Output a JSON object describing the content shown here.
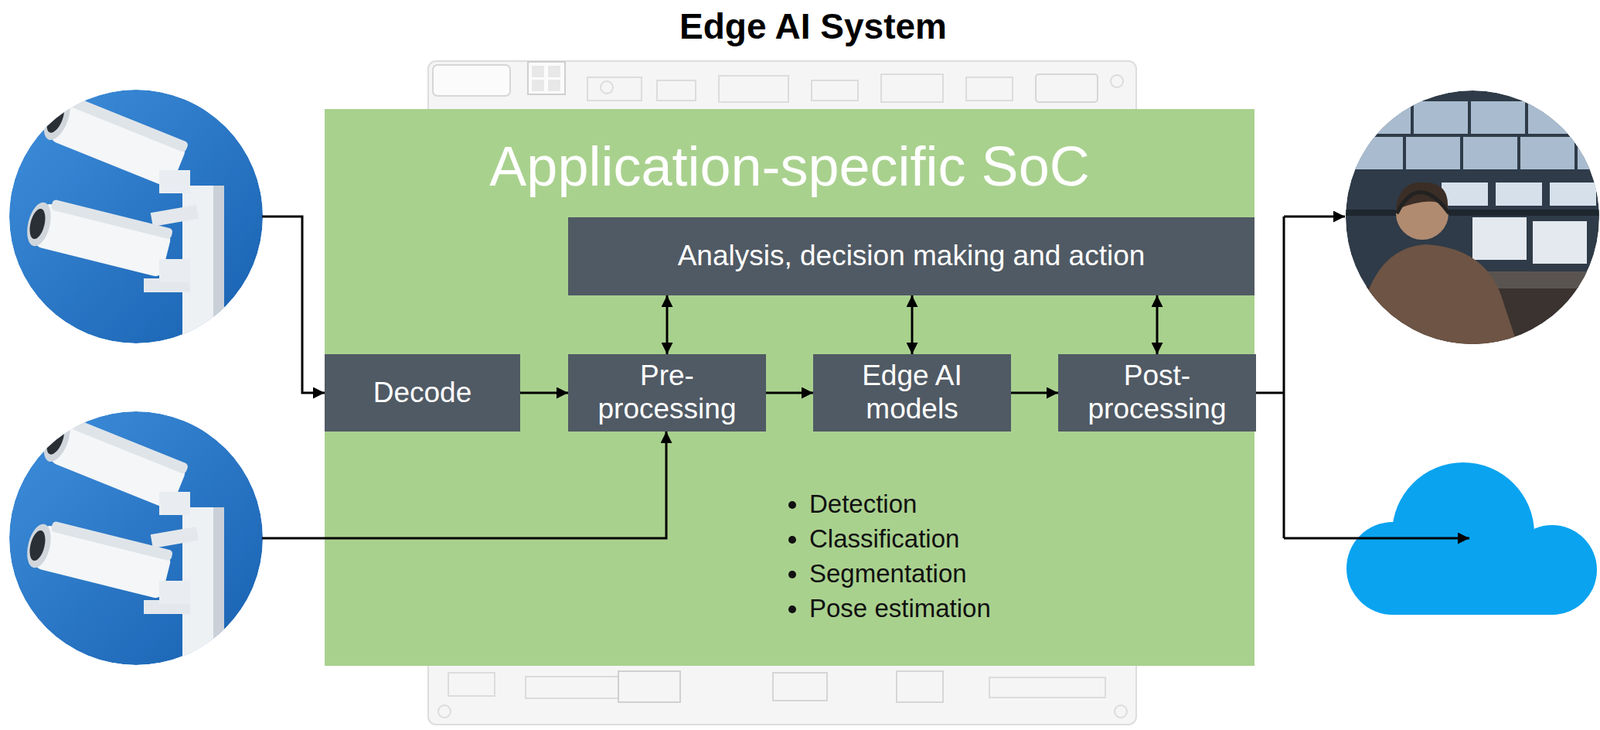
{
  "diagram": {
    "title": "Edge AI System",
    "nodes": [
      {
        "text": [
          "Application-specific SoC"
        ]
      },
      {
        "text": [
          "Analysis, decision making and action"
        ],
        "in": 0
      },
      {
        "text": [
          "Decode"
        ],
        "in": 0
      },
      {
        "text": [
          "Pre-processing"
        ],
        "in": 0
      },
      {
        "text": [
          "Edge AI models"
        ],
        "in": 0
      },
      {
        "text": [
          "Post-processing"
        ],
        "in": 0
      }
    ],
    "edges": [
      {
        "from": 2,
        "to": 3,
        "arrow": "to"
      },
      {
        "from": 3,
        "to": 4,
        "arrow": "to"
      },
      {
        "from": 4,
        "to": 5,
        "arrow": "to"
      },
      {
        "from": 1,
        "to": 3,
        "arrow": "both"
      },
      {
        "from": 1,
        "to": 4,
        "arrow": "both"
      },
      {
        "from": 1,
        "to": 5,
        "arrow": "both"
      }
    ],
    "labels": [
      "Detection",
      "Classification",
      "Segmentation",
      "Pose estimation"
    ]
  }
}
